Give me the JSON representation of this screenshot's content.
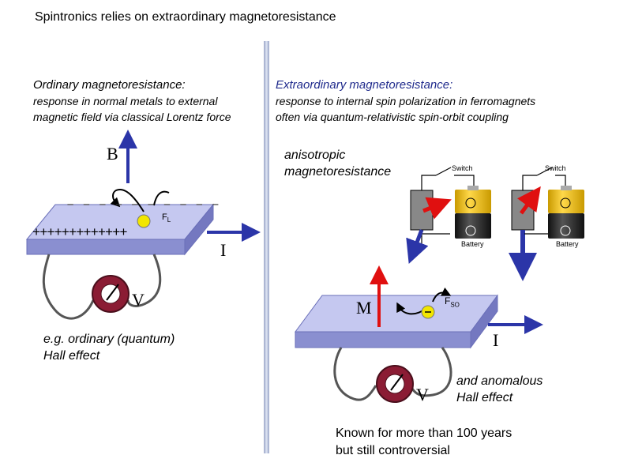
{
  "title": "Spintronics relies on extraordinary magnetoresistance",
  "left": {
    "header": "Ordinary magnetoresistance:",
    "line1": "response in normal metals to external",
    "line2": "magnetic field via classical Lorentz force",
    "label_B": "B",
    "label_FL": "F",
    "label_FL_sub": "L",
    "plus_row": "+++++++++++++",
    "minus_row": "– – – – – – – – – –",
    "label_I": "I",
    "label_V": "V",
    "caption1": "e.g. ordinary (quantum)",
    "caption2": "Hall effect"
  },
  "right": {
    "header": "Extraordinary magnetoresistance:",
    "line1": "response to internal spin polarization in ferromagnets",
    "line2": "often via quantum-relativistic spin-orbit coupling",
    "amr1": "anisotropic",
    "amr2": "magnetoresistance",
    "switch_label": "Switch",
    "battery_label": "Battery",
    "label_M": "M",
    "label_FSO": "F",
    "label_FSO_sub": "SO",
    "label_I": "I",
    "label_V": "V",
    "ahe1": "and anomalous",
    "ahe2": "Hall effect",
    "known1": "Known for more than 100 years",
    "known2": "but still controversial"
  },
  "colors": {
    "arrow_blue": "#2b35a8",
    "arrow_red": "#e01010",
    "plate_top": "#c5c8f0",
    "plate_side": "#8a8fd0",
    "meter": "#8b1c34",
    "charge_yellow": "#f2e600"
  }
}
